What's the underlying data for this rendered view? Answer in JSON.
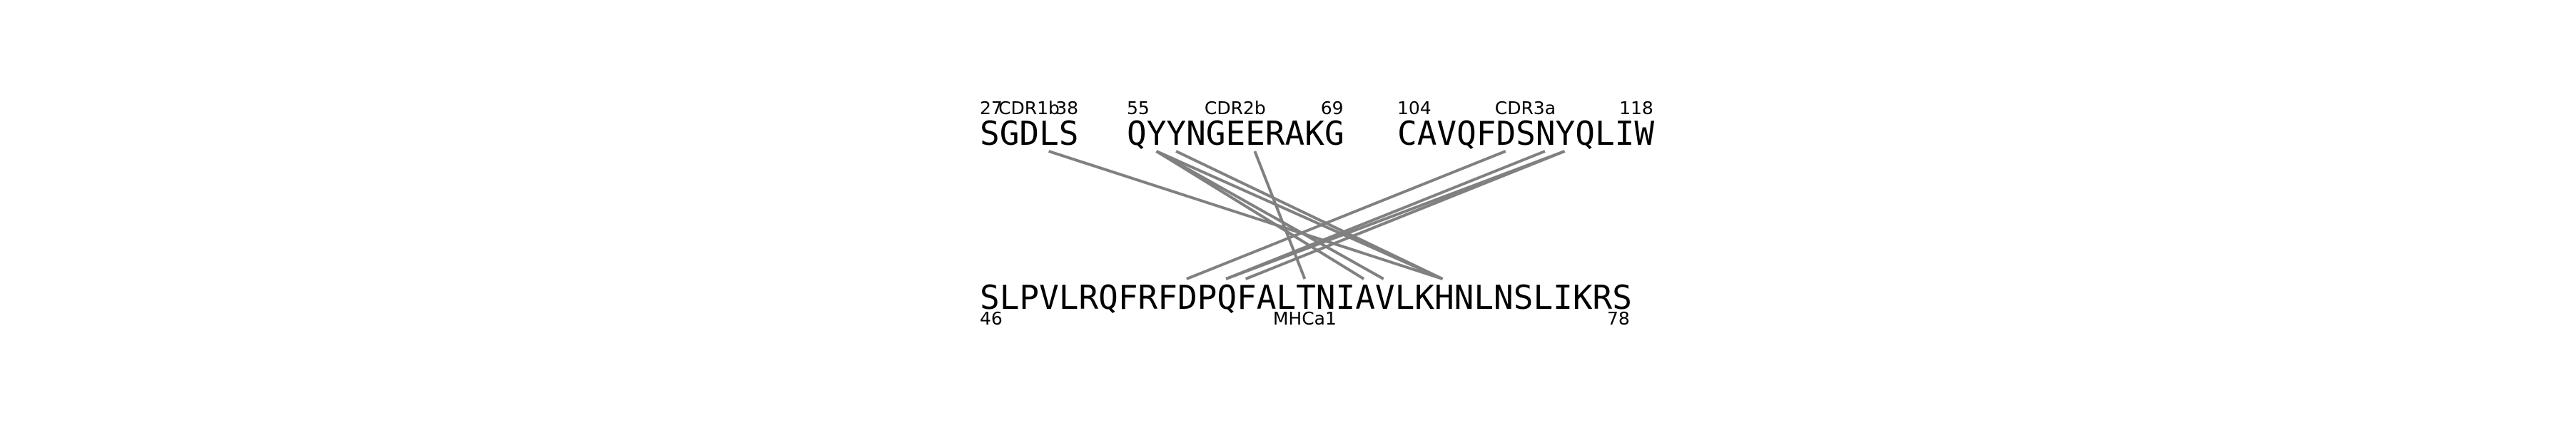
{
  "line_color": "#808080",
  "text_color": "#000000",
  "top_segments": [
    {
      "name": "CDR1b",
      "sequence": "SGDLS",
      "start": "27",
      "end": "38"
    },
    {
      "name": "CDR2b",
      "sequence": "QYYNGEERAKG",
      "start": "55",
      "end": "69"
    },
    {
      "name": "CDR3a",
      "sequence": "CAVQFDSNYQLIW",
      "start": "104",
      "end": "118"
    }
  ],
  "bottom_segment": {
    "name": "MHCa1",
    "sequence": "SLPVLRQFRFDPQFALTNIAVLKHNLNSLIKRS",
    "start": "46",
    "end": "78"
  },
  "contacts": [
    {
      "top_segment": 0,
      "top_residue": 3,
      "bottom_residue": 23
    },
    {
      "top_segment": 1,
      "top_residue": 1,
      "bottom_residue": 19
    },
    {
      "top_segment": 1,
      "top_residue": 1,
      "bottom_residue": 20
    },
    {
      "top_segment": 1,
      "top_residue": 1,
      "bottom_residue": 23
    },
    {
      "top_segment": 1,
      "top_residue": 2,
      "bottom_residue": 23
    },
    {
      "top_segment": 1,
      "top_residue": 6,
      "bottom_residue": 16
    },
    {
      "top_segment": 2,
      "top_residue": 5,
      "bottom_residue": 10
    },
    {
      "top_segment": 2,
      "top_residue": 7,
      "bottom_residue": 12
    },
    {
      "top_segment": 2,
      "top_residue": 8,
      "bottom_residue": 12
    },
    {
      "top_segment": 2,
      "top_residue": 8,
      "bottom_residue": 13
    }
  ]
}
